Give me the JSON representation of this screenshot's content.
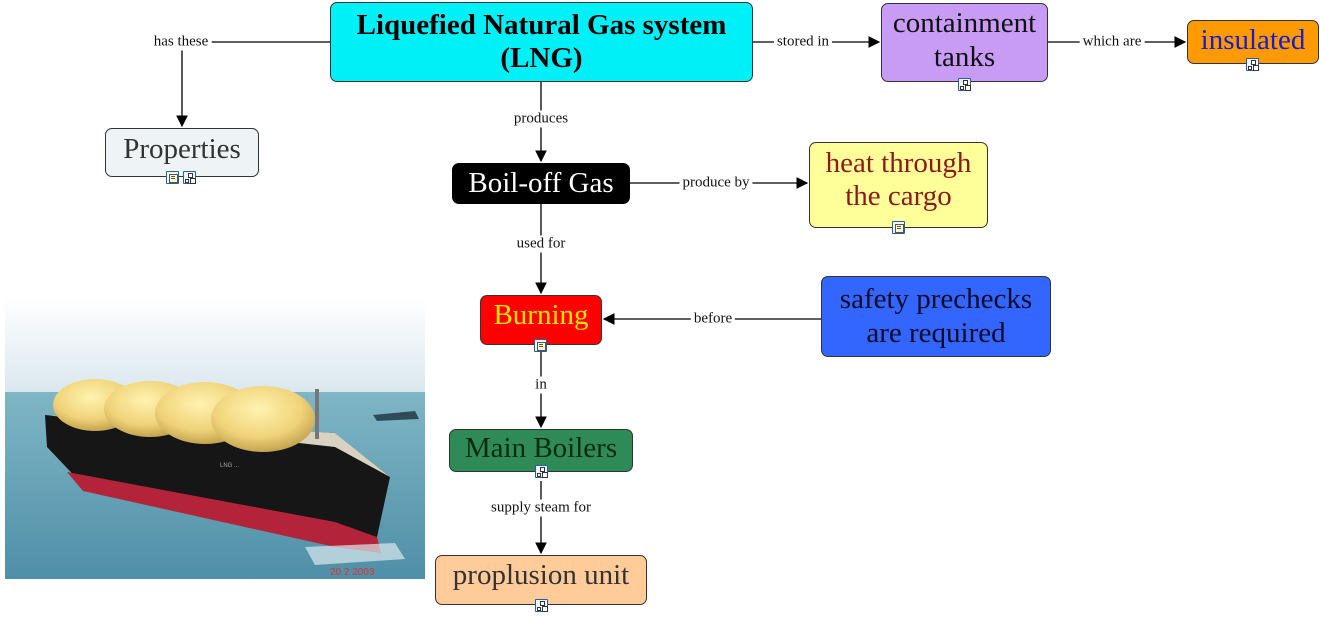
{
  "nodes": {
    "lng": "Liquefied Natural Gas system (LNG)",
    "containment": "containment tanks",
    "insulated": "insulated",
    "properties": "Properties",
    "boiloff": "Boil-off Gas",
    "heat": "heat through the cargo",
    "burning": "Burning",
    "safety": "safety prechecks are required",
    "boilers": "Main Boilers",
    "propulsion": "proplusion unit"
  },
  "links": {
    "has_these": "has these",
    "stored_in": "stored in",
    "which_are": "which are",
    "produces": "produces",
    "produce_by": "produce by",
    "used_for": "used for",
    "before": "before",
    "in": "in",
    "supply_steam_for": "supply steam for"
  },
  "photo": {
    "date_stamp": "20 2 2003",
    "ship_name": "LNG ..."
  },
  "colors": {
    "lng": "#00f0f8",
    "containment": "#c89bf5",
    "insulated": "#ff9a00",
    "properties": "#eef3f5",
    "boiloff": "#000000",
    "heat": "#ffff99",
    "burning": "#ff0000",
    "safety": "#3366ff",
    "boilers": "#2e8b57",
    "propulsion": "#ffcc99"
  },
  "icons": [
    "doc-icon",
    "concept-map-icon"
  ]
}
